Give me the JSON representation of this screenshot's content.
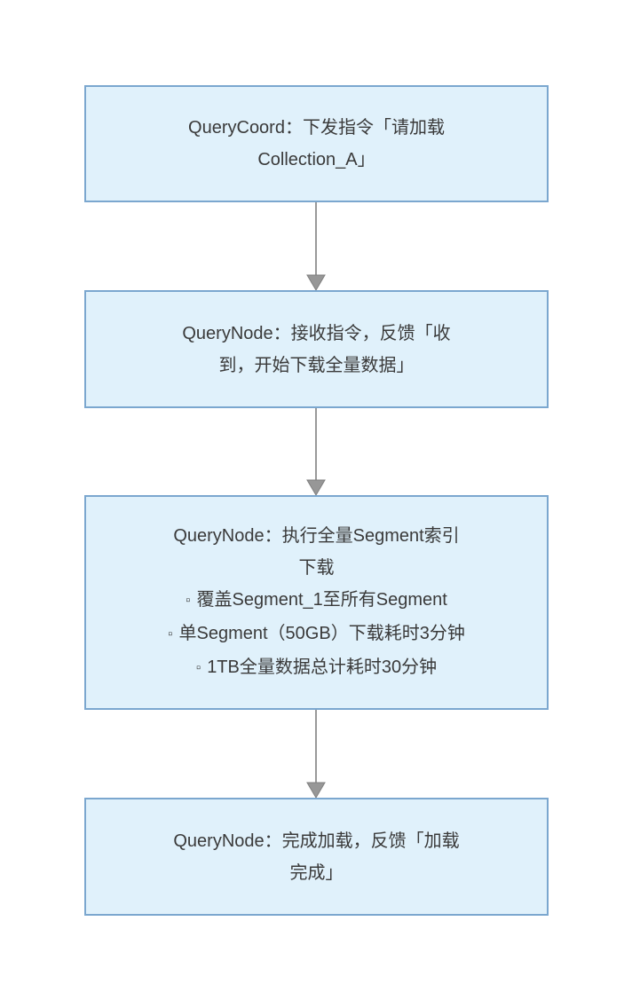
{
  "colors": {
    "background": "#ffffff",
    "box_fill": "#e0f1fb",
    "box_border": "#7ba7cf",
    "text": "#3a3a3a",
    "arrow": "#999999"
  },
  "flow": {
    "bullet_char": "▫",
    "boxes": [
      {
        "id": "step-1",
        "text": "QueryCoord：下发指令「请加载Collection_A」"
      },
      {
        "id": "step-2",
        "text": "QueryNode：接收指令，反馈「收到，开始下载全量数据」"
      },
      {
        "id": "step-3",
        "text": "QueryNode：执行全量Segment索引下载",
        "bullets": [
          "覆盖Segment_1至所有Segment",
          "单Segment（50GB）下载耗时3分钟",
          "1TB全量数据总计耗时30分钟"
        ]
      },
      {
        "id": "step-4",
        "text": "QueryNode：完成加载，反馈「加载完成」"
      }
    ],
    "arrows": [
      {
        "from": "step-1",
        "to": "step-2"
      },
      {
        "from": "step-2",
        "to": "step-3"
      },
      {
        "from": "step-3",
        "to": "step-4"
      }
    ]
  }
}
